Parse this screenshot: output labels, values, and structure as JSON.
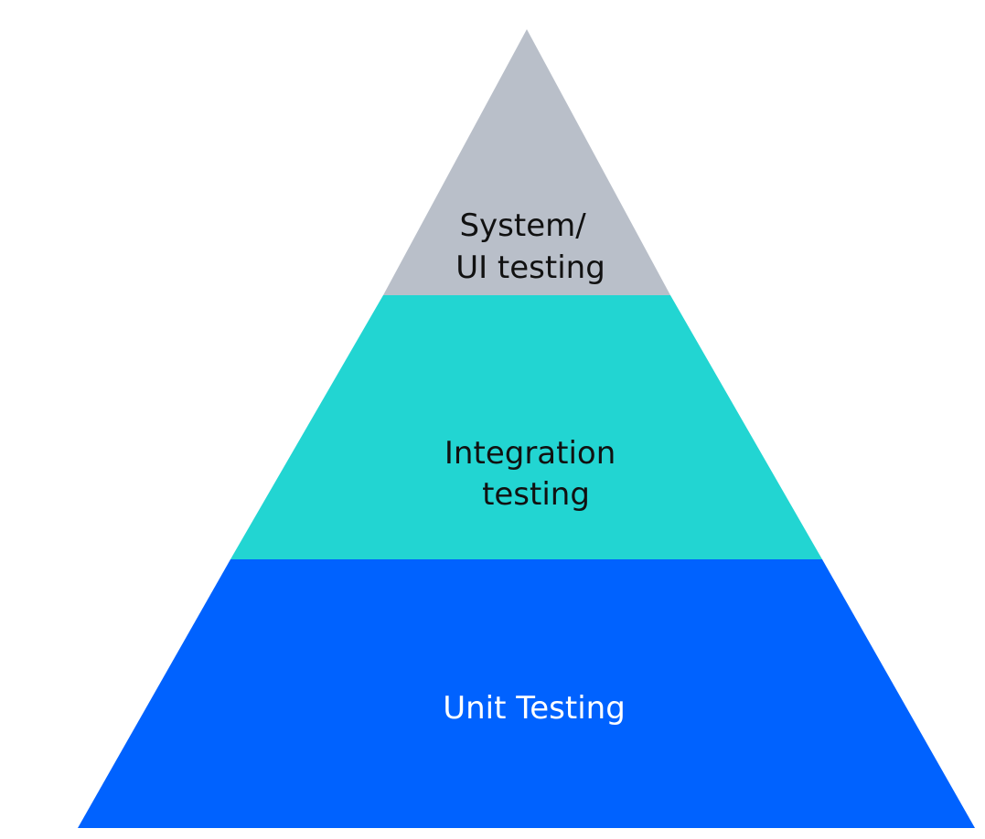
{
  "diagram": {
    "type": "pyramid",
    "tiers": [
      {
        "id": "system",
        "lines": [
          "System/",
          "UI testing"
        ],
        "color": "#b9bfc9",
        "text_color": "#111111"
      },
      {
        "id": "integration",
        "lines": [
          "Integration",
          "testing"
        ],
        "color": "#22d5d2",
        "text_color": "#111111"
      },
      {
        "id": "unit",
        "lines": [
          "Unit Testing"
        ],
        "color": "#0062ff",
        "text_color": "#ffffff"
      }
    ]
  }
}
